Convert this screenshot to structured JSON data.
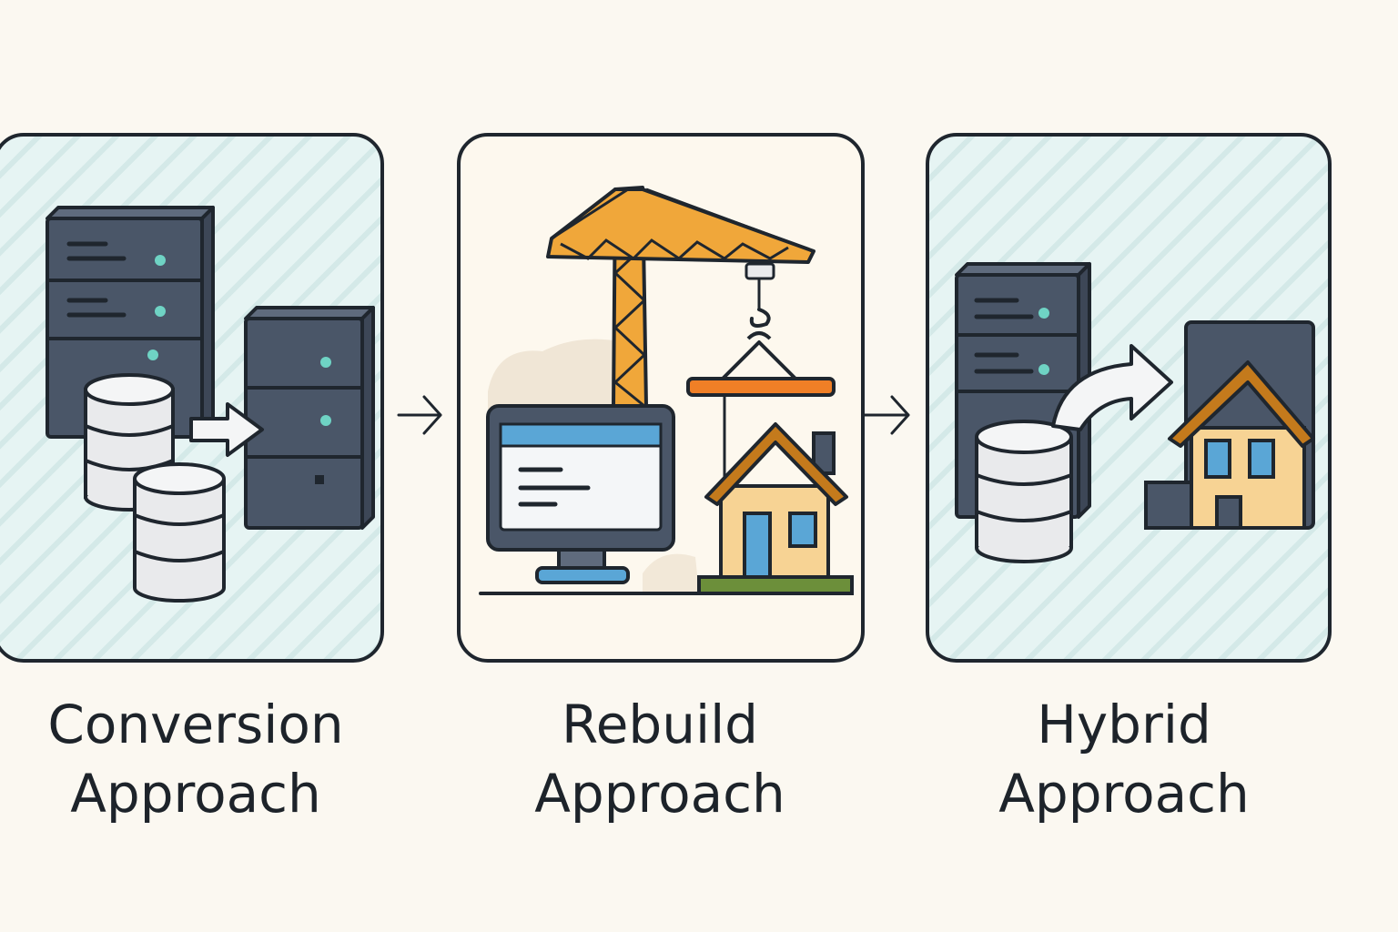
{
  "steps": [
    {
      "line1": "Conversion",
      "line2": "Approach"
    },
    {
      "line1": "Rebuild",
      "line2": "Approach"
    },
    {
      "line1": "Hybrid",
      "line2": "Approach"
    }
  ],
  "colors": {
    "background": "#fbf8f1",
    "panel_teal": "#e6f4f3",
    "panel_cream": "#fdf8ee",
    "outline": "#1f262e",
    "server": "#4a5668",
    "server_light": "#5f6b7d",
    "led": "#6fd3c4",
    "crane": "#f0a73a",
    "hook_bar": "#f07f26",
    "house_wall": "#f7d394",
    "house_roof": "#c47a1c",
    "window": "#5aa6d6",
    "grass": "#6c8f3a"
  },
  "icons": {
    "conversion": [
      "server-rack-icon",
      "database-icon",
      "arrow-icon"
    ],
    "rebuild": [
      "crane-icon",
      "monitor-icon",
      "house-icon"
    ],
    "hybrid": [
      "server-rack-icon",
      "database-icon",
      "arrow-icon",
      "house-icon"
    ]
  }
}
